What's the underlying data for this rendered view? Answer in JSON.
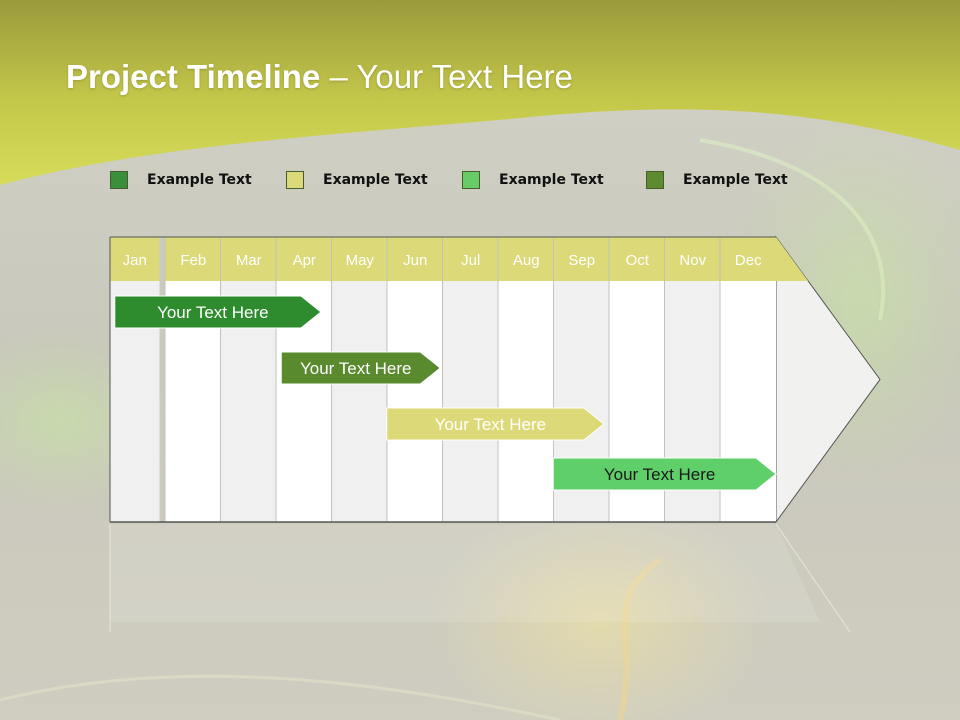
{
  "slide": {
    "title_bold": "Project Timeline",
    "title_rest": " – Your Text Here"
  },
  "legend": [
    {
      "label": "Example Text",
      "color": "#3a8f3a"
    },
    {
      "label": "Example Text",
      "color": "#dcd97a"
    },
    {
      "label": "Example Text",
      "color": "#66cc66"
    },
    {
      "label": "Example Text",
      "color": "#5e8a30"
    }
  ],
  "timeline": {
    "months": [
      "Jan",
      "Feb",
      "Mar",
      "Apr",
      "May",
      "Jun",
      "Jul",
      "Aug",
      "Sep",
      "Oct",
      "Nov",
      "Dec"
    ],
    "header_color": "#dbd978",
    "tasks": [
      {
        "label": "Your  Text Here",
        "start_month": 0.05,
        "end_month": 3.8,
        "color": "#2e8b2e",
        "text_color": "#ffffff"
      },
      {
        "label": "Your  Text Here",
        "start_month": 3.05,
        "end_month": 5.95,
        "color": "#5a8a2e",
        "text_color": "#ffffff"
      },
      {
        "label": "Your  Text Here",
        "start_month": 4.95,
        "end_month": 8.9,
        "color": "#dcd978",
        "text_color": "#ffffff"
      },
      {
        "label": "Your  Text Here",
        "start_month": 7.95,
        "end_month": 12.0,
        "color": "#5fcf6a",
        "text_color": "#1a1a1a"
      }
    ]
  }
}
